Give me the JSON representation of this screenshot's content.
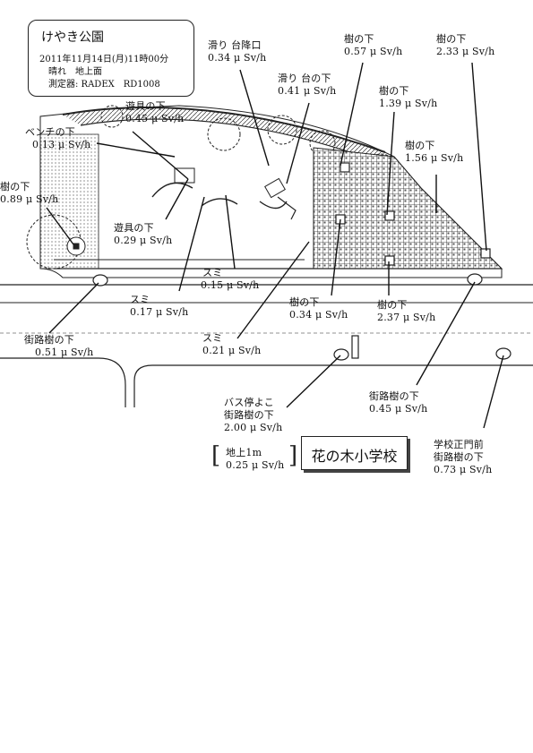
{
  "info": {
    "title": "けやき公園",
    "date": "2011年11月14日(月)11時00分",
    "weather": "晴れ　地上面",
    "device": "測定器: RADEX　RD1008"
  },
  "points": {
    "suberidai_exit": {
      "name": "滑り 台降口",
      "value": "0.34 μ Sv/h"
    },
    "suberidai_under": {
      "name": "滑り 台の下",
      "value": "0.41 μ Sv/h"
    },
    "tree_057": {
      "name": "樹の下",
      "value": "0.57 μ Sv/h"
    },
    "tree_233": {
      "name": "樹の下",
      "value": "2.33 μ Sv/h"
    },
    "tree_139": {
      "name": "樹の下",
      "value": "1.39 μ Sv/h"
    },
    "tree_156": {
      "name": "樹の下",
      "value": "1.56 μ Sv/h"
    },
    "playground_045": {
      "name": "遊具の下",
      "value": "0.45 μ Sv/h"
    },
    "bench": {
      "name": "ベンチの下",
      "value": "0.13 μ Sv/h"
    },
    "tree_089": {
      "name": "樹の下",
      "value": "0.89 μ Sv/h"
    },
    "playground_029": {
      "name": "遊具の下",
      "value": "0.29 μ Sv/h"
    },
    "corner_015": {
      "name": "スミ",
      "value": "0.15 μ Sv/h"
    },
    "corner_017": {
      "name": "スミ",
      "value": "0.17 μ Sv/h"
    },
    "tree_034": {
      "name": "樹の下",
      "value": "0.34 μ Sv/h"
    },
    "tree_237": {
      "name": "樹の下",
      "value": "2.37 μ Sv/h"
    },
    "street_051": {
      "name": "街路樹の下",
      "value": "0.51 μ Sv/h"
    },
    "corner_021": {
      "name": "スミ",
      "value": "0.21 μ Sv/h"
    },
    "street_045": {
      "name": "街路樹の下",
      "value": "0.45 μ Sv/h"
    },
    "bus_stop": {
      "name1": "バス停よこ",
      "name2": "街路樹の下",
      "value": "2.00 μ Sv/h"
    },
    "school_gate": {
      "name1": "学校正門前",
      "name2": "街路樹の下",
      "value": "0.73 μ Sv/h"
    },
    "height_1m": {
      "name": "地上1m",
      "value": "0.25 μ Sv/h"
    }
  },
  "school": {
    "name": "花の木小学校"
  }
}
